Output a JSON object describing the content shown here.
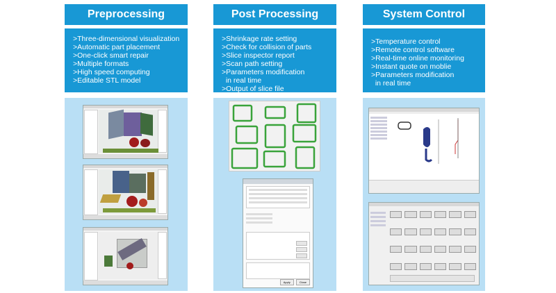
{
  "columns": [
    {
      "title": "Preprocessing",
      "features": [
        ">Three-dimensional visualization",
        ">Automatic part placement",
        ">One-click smart repair",
        ">Multiple formats",
        ">High speed computing",
        ">Editable STL model"
      ]
    },
    {
      "title": "Post Processing",
      "features": [
        ">Shrinkage rate setting",
        ">Check for collision of parts",
        ">Slice inspector report",
        ">Scan path setting",
        ">Parameters modification",
        "  in real time",
        ">Output of slice file"
      ]
    },
    {
      "title": "System Control",
      "features": [
        ">Temperature control",
        ">Remote control software",
        ">Real-time online monitoring",
        ">Instant quote on moblie",
        ">Parameters modification",
        "  in real time"
      ]
    }
  ],
  "dialog": {
    "apply_label": "Apply",
    "close_label": "Close"
  },
  "colors": {
    "accent": "#1898d5",
    "panel": "#b9dff5",
    "frame": "#39a33a"
  }
}
